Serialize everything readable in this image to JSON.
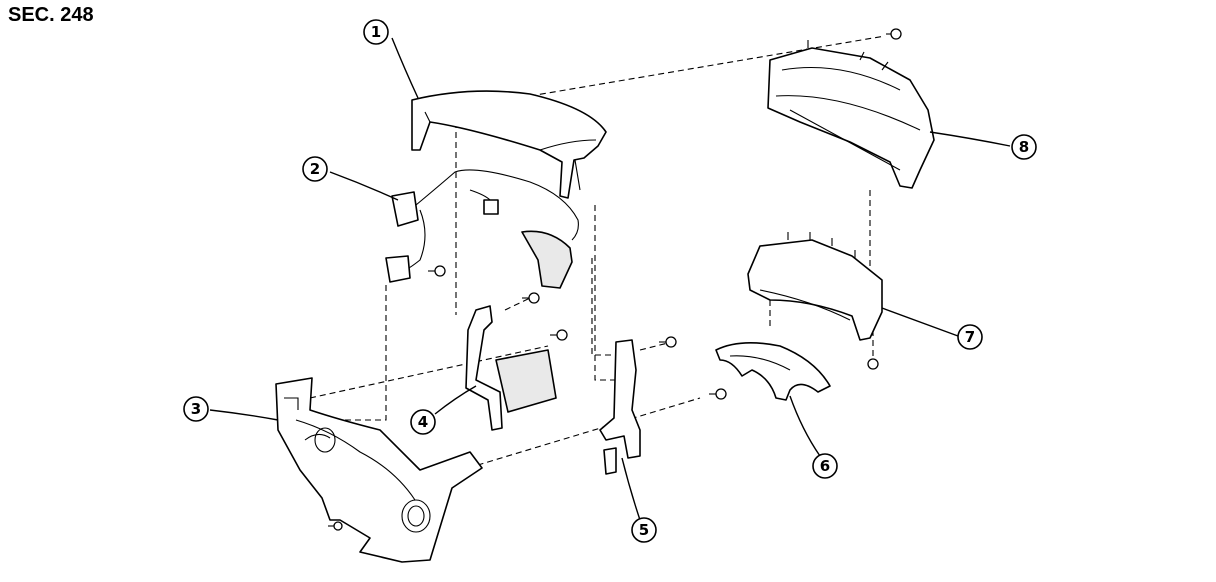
{
  "section": {
    "label": "SEC. 248"
  },
  "callouts": [
    {
      "id": "1",
      "number": "①"
    },
    {
      "id": "2",
      "number": "②"
    },
    {
      "id": "3",
      "number": "③"
    },
    {
      "id": "4",
      "number": "④"
    },
    {
      "id": "5",
      "number": "⑤"
    },
    {
      "id": "6",
      "number": "⑥"
    },
    {
      "id": "7",
      "number": "⑦"
    },
    {
      "id": "8",
      "number": "⑧"
    }
  ]
}
